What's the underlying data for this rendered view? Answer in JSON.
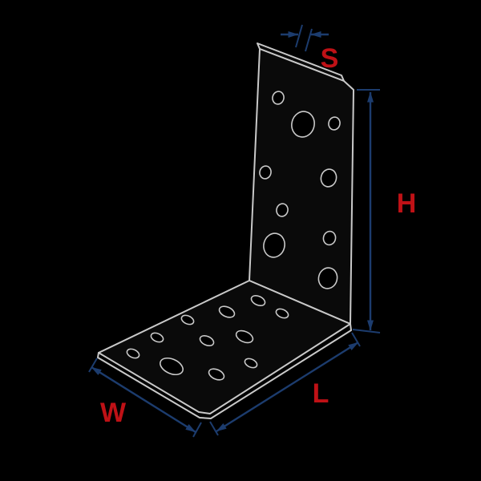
{
  "diagram": {
    "labels": {
      "thickness": "S",
      "height": "H",
      "length": "L",
      "width": "W"
    },
    "colors": {
      "background": "#000000",
      "bracket_outline": "#c9c9c9",
      "dimension_line": "#1c3c6e",
      "label_text": "#bf1116"
    }
  }
}
